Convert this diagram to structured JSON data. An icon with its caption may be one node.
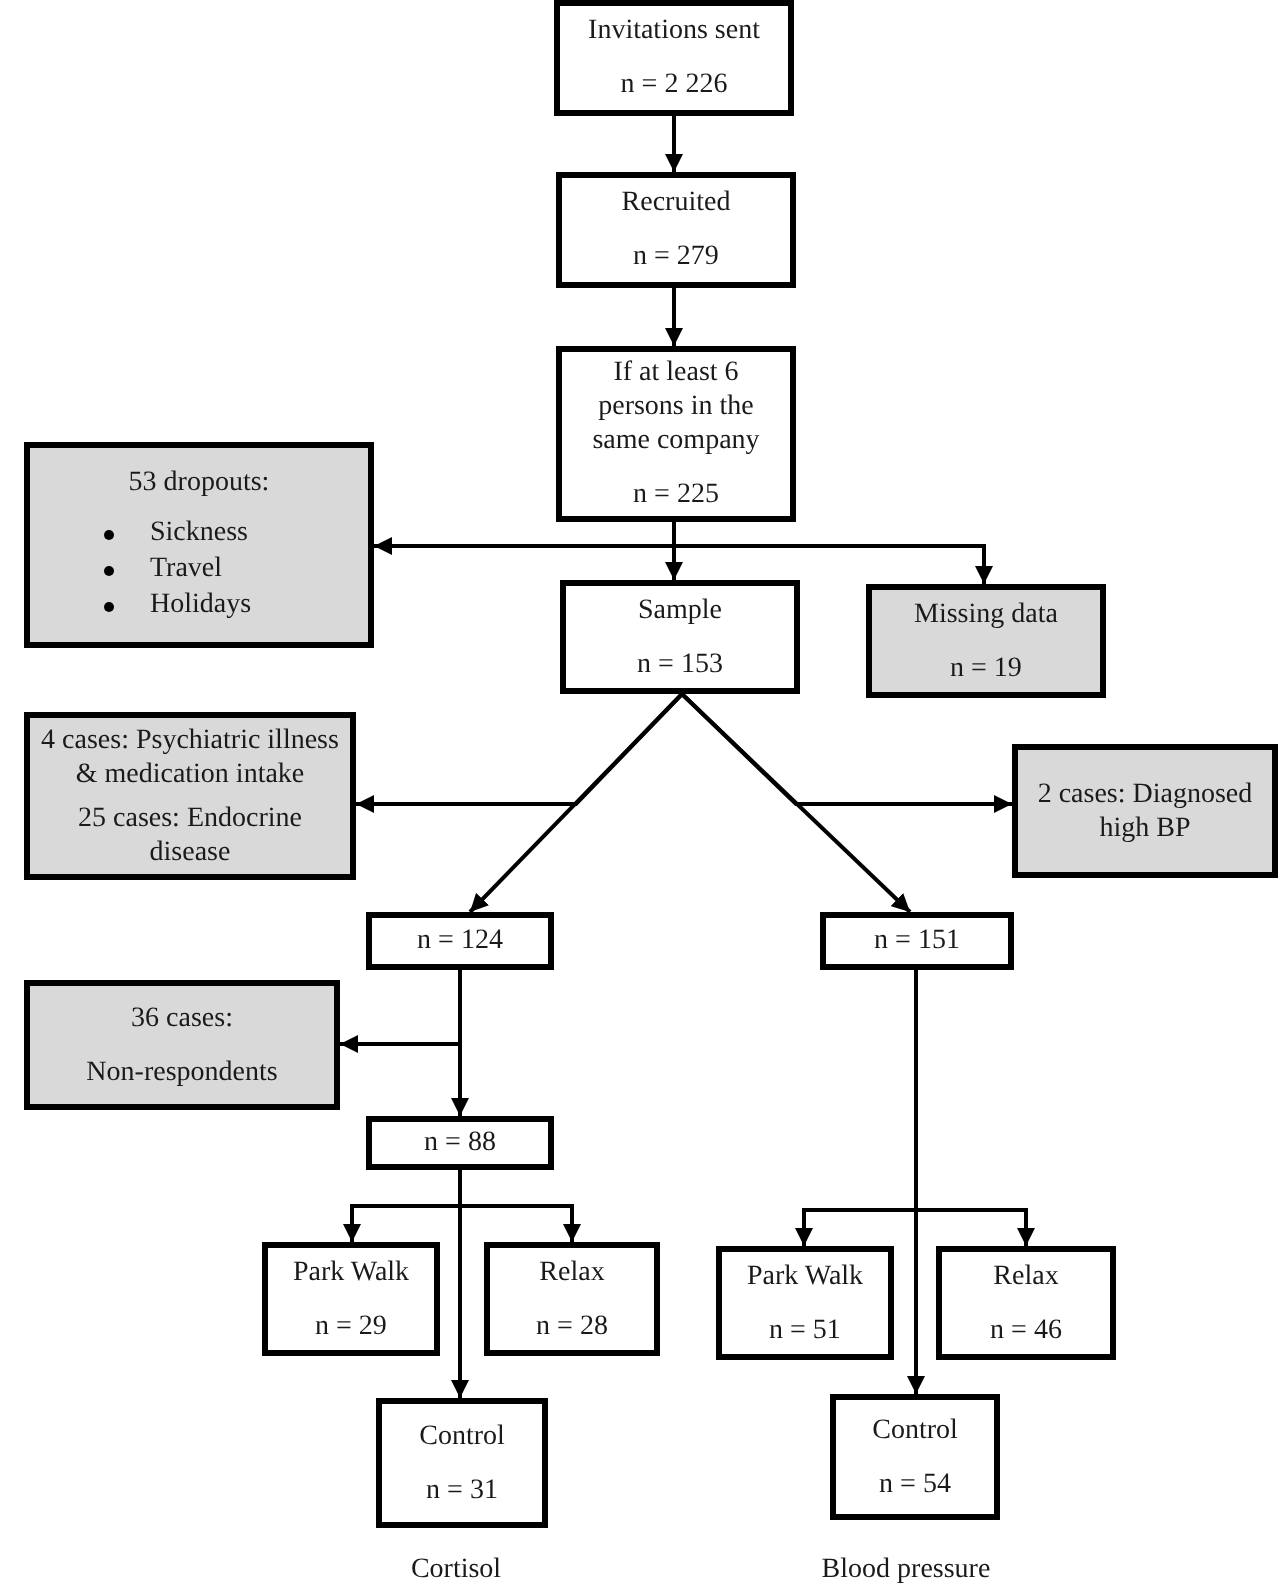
{
  "diagram": {
    "nodes": [
      {
        "text": [
          "Invitations sent",
          "n = 2 226"
        ]
      },
      {
        "text": [
          "Recruited",
          "n = 279"
        ]
      },
      {
        "text": [
          "If at least 6 persons in the same company",
          "n = 225"
        ]
      },
      {
        "text": [
          "53 dropouts:",
          "Sickness",
          "Travel",
          "Holidays"
        ]
      },
      {
        "text": [
          "Sample",
          "n = 153"
        ]
      },
      {
        "text": [
          "Missing data",
          "n = 19"
        ]
      },
      {
        "text": [
          "4 cases: Psychiatric illness & medication intake",
          "25 cases: Endocrine disease"
        ]
      },
      {
        "text": [
          "2 cases: Diagnosed high BP"
        ]
      },
      {
        "text": [
          "n = 124"
        ]
      },
      {
        "text": [
          "n = 151"
        ]
      },
      {
        "text": [
          "36 cases:",
          "Non-respondents"
        ]
      },
      {
        "text": [
          "n = 88"
        ]
      },
      {
        "text": [
          "Park Walk",
          "n = 29"
        ]
      },
      {
        "text": [
          "Relax",
          "n = 28"
        ]
      },
      {
        "text": [
          "Control",
          "n = 31"
        ]
      },
      {
        "text": [
          "Park Walk",
          "n = 51"
        ]
      },
      {
        "text": [
          "Relax",
          "n = 46"
        ]
      },
      {
        "text": [
          "Control",
          "n = 54"
        ]
      }
    ],
    "edges": [
      {
        "from": 0,
        "to": 1,
        "arrow": "to"
      },
      {
        "from": 1,
        "to": 2,
        "arrow": "to"
      },
      {
        "from": 2,
        "to": 3,
        "arrow": "to"
      },
      {
        "from": 2,
        "to": 4,
        "arrow": "to"
      },
      {
        "from": 2,
        "to": 5,
        "arrow": "to"
      },
      {
        "from": 4,
        "to": 6,
        "arrow": "to"
      },
      {
        "from": 4,
        "to": 7,
        "arrow": "to"
      },
      {
        "from": 4,
        "to": 8,
        "arrow": "to"
      },
      {
        "from": 4,
        "to": 9,
        "arrow": "to"
      },
      {
        "from": 8,
        "to": 10,
        "arrow": "to"
      },
      {
        "from": 8,
        "to": 11,
        "arrow": "to"
      },
      {
        "from": 11,
        "to": 12,
        "arrow": "to"
      },
      {
        "from": 11,
        "to": 13,
        "arrow": "to"
      },
      {
        "from": 11,
        "to": 14,
        "arrow": "to"
      },
      {
        "from": 9,
        "to": 15,
        "arrow": "to"
      },
      {
        "from": 9,
        "to": 16,
        "arrow": "to"
      },
      {
        "from": 9,
        "to": 17,
        "arrow": "to"
      }
    ],
    "labels": [
      "Cortisol",
      "Blood pressure"
    ]
  }
}
